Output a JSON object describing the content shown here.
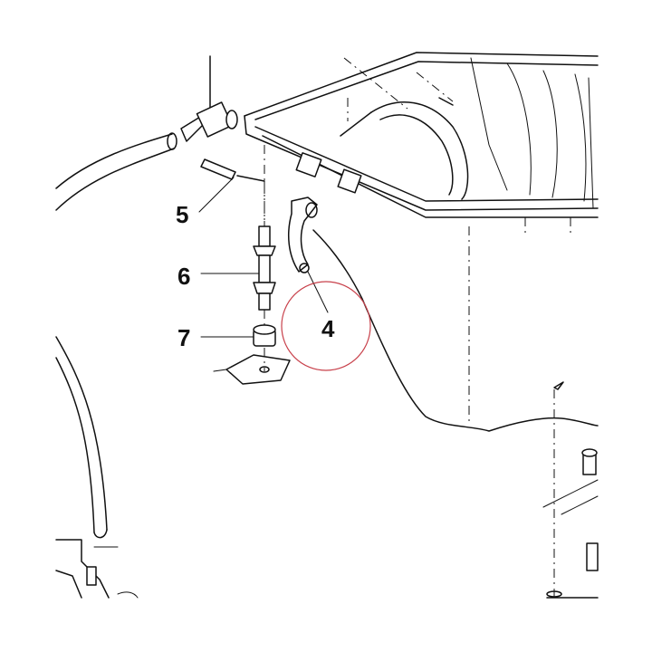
{
  "diagram": {
    "callouts": [
      {
        "label": "5"
      },
      {
        "label": "6"
      },
      {
        "label": "7"
      },
      {
        "label": "4"
      }
    ],
    "highlight_color": "#c8414b"
  }
}
